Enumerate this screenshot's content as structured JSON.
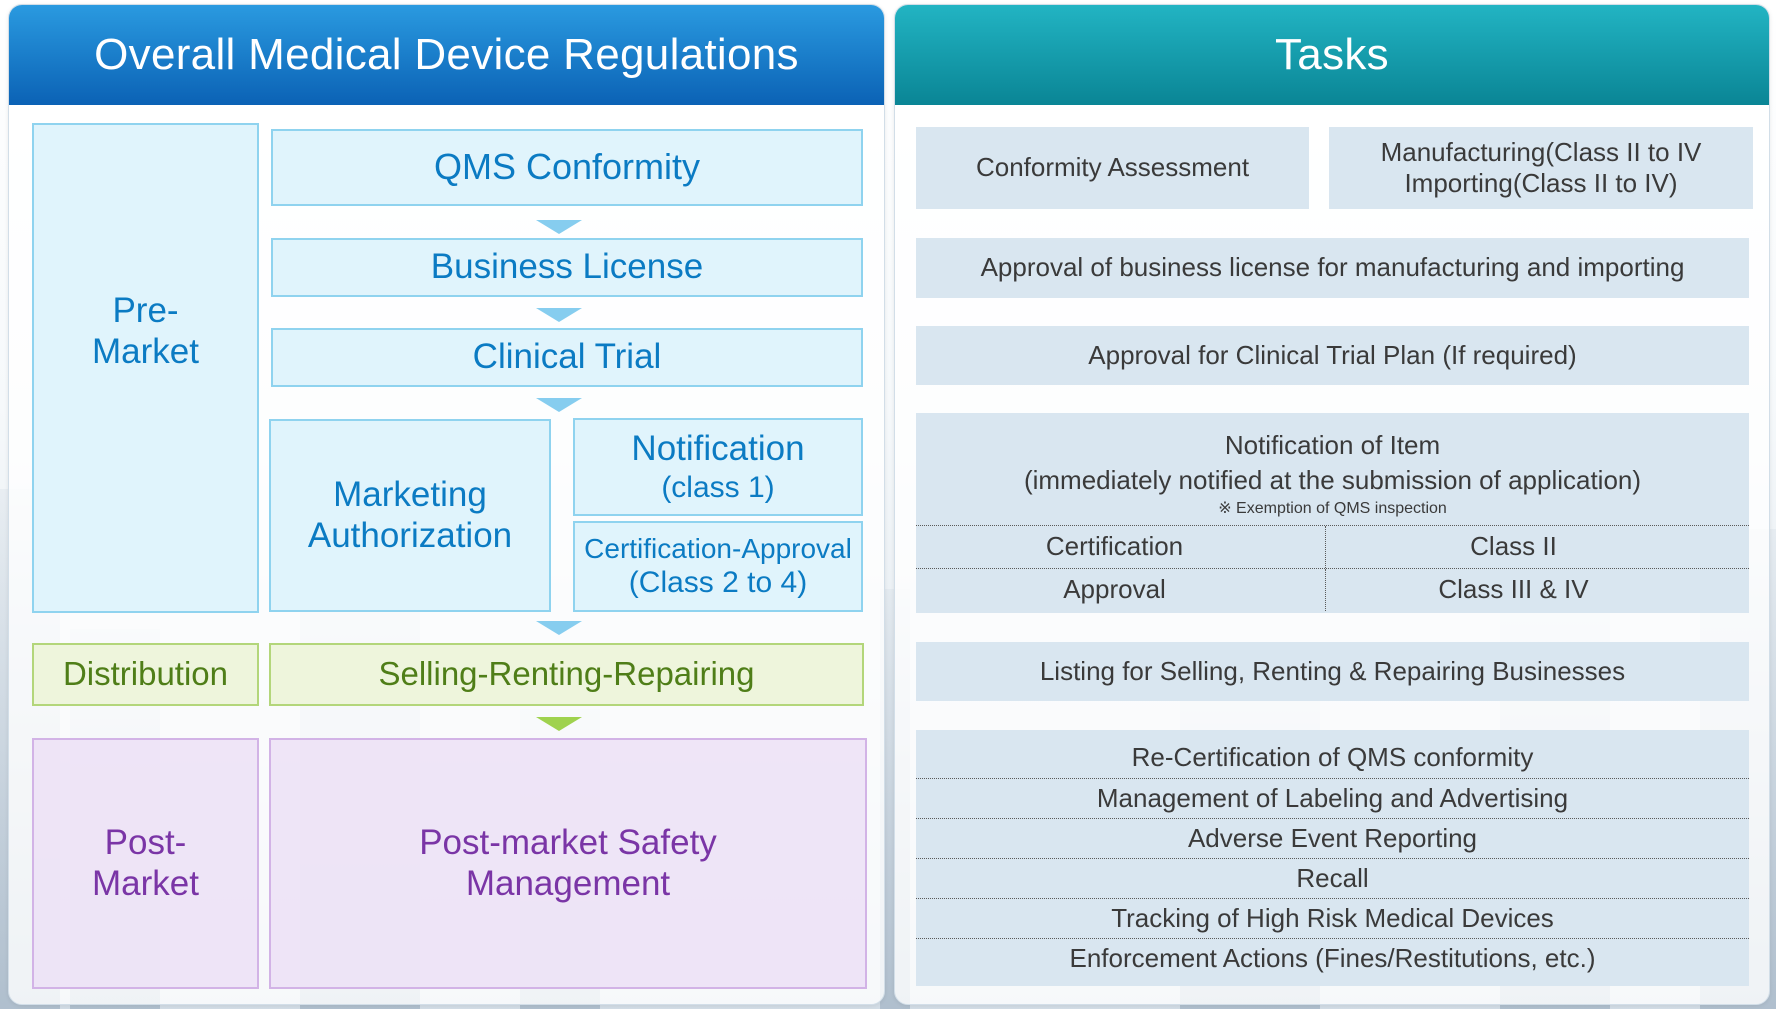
{
  "colors": {
    "left_header_top": "#2a9ae0",
    "left_header_bottom": "#0b62b5",
    "right_header_top": "#22b4c3",
    "right_header_bottom": "#0a8595",
    "pre_fill": "#e0f4fc",
    "pre_border": "#8fd3ef",
    "pre_text": "#0b7bc3",
    "dist_fill": "#eef5dc",
    "dist_border": "#b3d67a",
    "dist_text": "#4f7e18",
    "post_fill": "rgba(236,224,246,0.85)",
    "post_border": "#d2b3e6",
    "post_text": "#7a35a6",
    "arrow_blue": "#86cdef",
    "arrow_green": "#9fd24e",
    "task_fill": "#d9e6f0",
    "task_text": "#3a3a3a"
  },
  "left_panel": {
    "title": "Overall Medical Device Regulations",
    "pre_market": {
      "line1": "Pre-",
      "line2": "Market"
    },
    "qms_conformity": "QMS Conformity",
    "business_license": "Business License",
    "clinical_trial": "Clinical Trial",
    "marketing_authorization": {
      "line1": "Marketing",
      "line2": "Authorization"
    },
    "notification": {
      "line1": "Notification",
      "line2": "(class 1)"
    },
    "certification_approval": {
      "line1": "Certification-Approval",
      "line2": "(Class 2 to 4)"
    },
    "distribution": "Distribution",
    "selling_renting_repairing": "Selling-Renting-Repairing",
    "post_market": {
      "line1": "Post-",
      "line2": "Market"
    },
    "post_market_safety": {
      "line1": "Post-market Safety",
      "line2": "Management"
    }
  },
  "right_panel": {
    "title": "Tasks",
    "conformity_assessment": "Conformity Assessment",
    "manufacturing": {
      "line1": "Manufacturing(Class II to IV",
      "line2": "Importing(Class II to IV)"
    },
    "business_license_approval": "Approval of business license for manufacturing and importing",
    "clinical_trial_approval": "Approval for Clinical Trial Plan (If required)",
    "notification_of_item": {
      "line1": "Notification of Item",
      "line2": "(immediately notified at the submission of application)",
      "exemption": "※ Exemption of QMS inspection",
      "rows": [
        {
          "type": "Certification",
          "class": "Class II"
        },
        {
          "type": "Approval",
          "class": "Class III & IV"
        }
      ]
    },
    "listing": "Listing for Selling, Renting & Repairing Businesses",
    "post_market_tasks": [
      "Re-Certification of QMS conformity",
      "Management of Labeling and Advertising",
      "Adverse Event Reporting",
      "Recall",
      "Tracking of High Risk Medical Devices",
      "Enforcement Actions (Fines/Restitutions, etc.)"
    ]
  }
}
